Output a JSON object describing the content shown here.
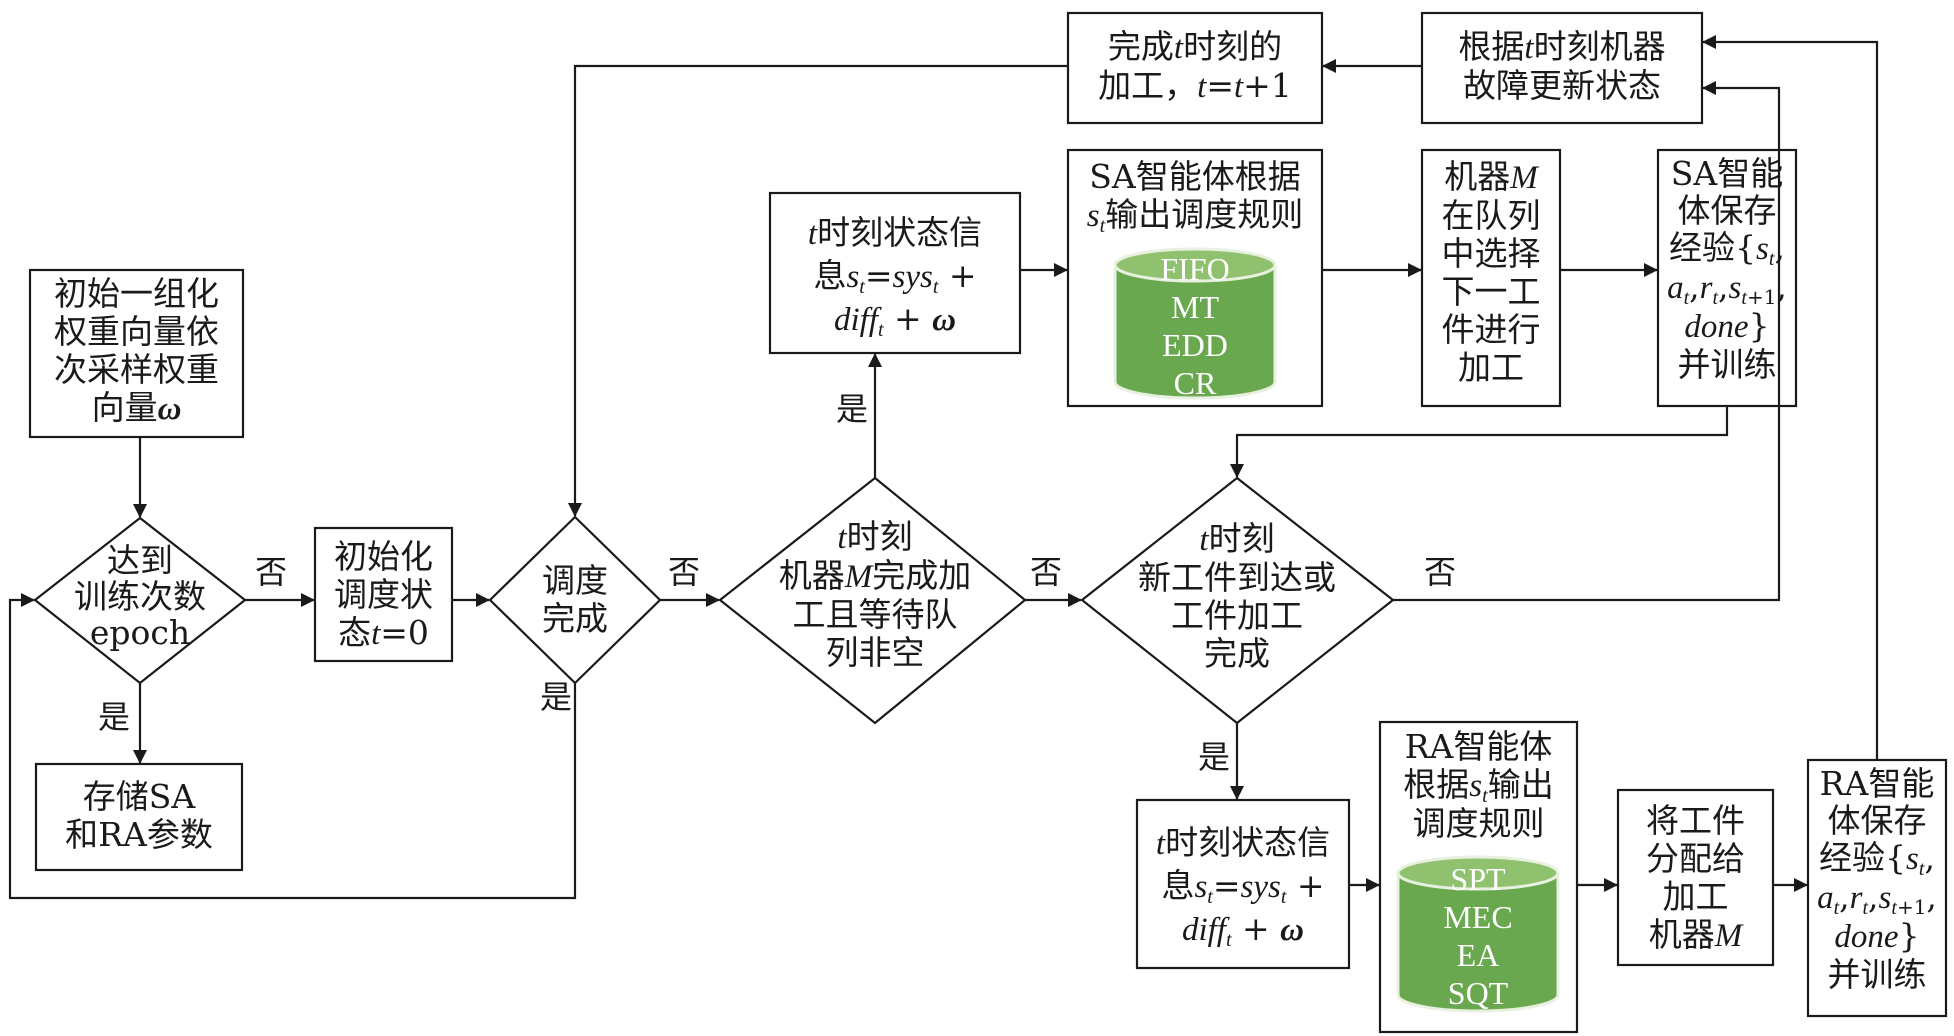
{
  "nodes": {
    "init_weights": {
      "lines": [
        "初始一组化",
        "权重向量依",
        "次采样权重",
        "向量"
      ],
      "omega": "ω"
    },
    "reach_epoch": {
      "lines": [
        "达到",
        "训练次数",
        "epoch"
      ]
    },
    "save_params": {
      "lines": [
        "存储SA",
        "和RA参数"
      ]
    },
    "init_state": {
      "lines": [
        "初始化",
        "调度状",
        "态"
      ],
      "t_eq": "t",
      "t_val": "=0"
    },
    "sched_done": {
      "lines": [
        "调度",
        "完成"
      ]
    },
    "machine_done": {
      "t": "t",
      "line1": "时刻",
      "line2a": "机器",
      "M": "M",
      "line2b": "完成加",
      "line3": "工且等待队",
      "line4": "列非空"
    },
    "new_job": {
      "t": "t",
      "line1": "时刻",
      "line2": "新工件到达或",
      "line3": "工件加工",
      "line4": "完成"
    },
    "finish_t": {
      "line1a": "完成",
      "t": "t",
      "line1b": "时刻的",
      "line2a": "加工，",
      "t2": "t",
      "eq": "=",
      "t3": "t",
      "plus": "+1"
    },
    "update_state": {
      "line1a": "根据",
      "t": "t",
      "line1b": "时刻机器",
      "line2": "故障更新状态"
    },
    "state_upper": {
      "t": "t",
      "line1": "时刻状态信",
      "xi": "息",
      "s": "s",
      "sub_t": "t",
      "eq": "=",
      "sys": "sys",
      "plus": " +",
      "diff": "diff",
      "plus2": " + ",
      "omega": "ω"
    },
    "sa_agent": {
      "line1": "SA智能体根据",
      "s": "s",
      "sub_t": "t",
      "line2": "输出调度规则",
      "rules": [
        "FIFO",
        "MT",
        "EDD",
        "CR"
      ]
    },
    "machine_select": {
      "line1a": "机器",
      "M": "M",
      "lines": [
        "在队列",
        "中选择",
        "下一工",
        "件进行",
        "加工"
      ]
    },
    "sa_save": {
      "lines": [
        "SA智能",
        "体保存",
        "经验{"
      ],
      "s": "s",
      "a": "a",
      "r": "r",
      "s1": "s",
      "done": "done",
      "train": "并训练"
    },
    "state_lower": {
      "t": "t",
      "line1": "时刻状态信",
      "xi": "息",
      "s": "s",
      "sub_t": "t",
      "eq": "=",
      "sys": "sys",
      "plus": " +",
      "diff": "diff",
      "plus2": " + ",
      "omega": "ω"
    },
    "ra_agent": {
      "line1": "RA智能体",
      "line2a": "根据",
      "s": "s",
      "sub_t": "t",
      "line2b": "输出",
      "line3": "调度规则",
      "rules": [
        "SPT",
        "MEC",
        "EA",
        "SQT"
      ]
    },
    "assign_job": {
      "lines": [
        "将工件",
        "分配给",
        "加工"
      ],
      "line4a": "机器",
      "M": "M"
    },
    "ra_save": {
      "lines": [
        "RA智能",
        "体保存",
        "经验{"
      ],
      "s": "s",
      "a": "a",
      "r": "r",
      "s1": "s",
      "done": "done",
      "train": "并训练"
    }
  },
  "edge_labels": {
    "no": "否",
    "yes": "是"
  },
  "colors": {
    "line": "#1a1a1a",
    "cylinder_fill": "#6aa84f",
    "cylinder_top": "#8fc16f",
    "cylinder_edge": "#e8f0e0"
  }
}
